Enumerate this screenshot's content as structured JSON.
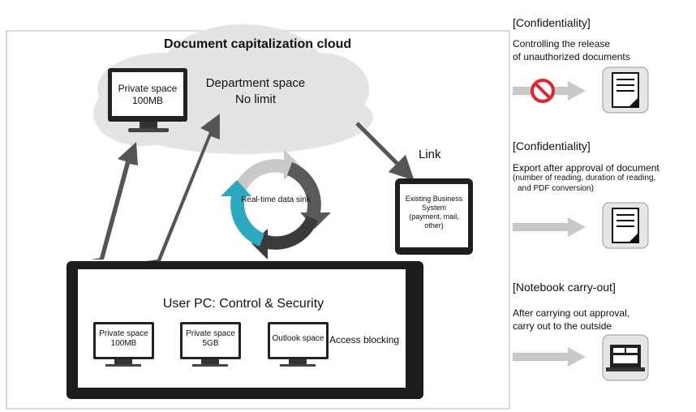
{
  "cloud": {
    "title": "Document capitalization cloud",
    "private_space": {
      "label": "Private space",
      "size": "100MB"
    },
    "department_space": {
      "label": "Department space",
      "limit": "No limit"
    }
  },
  "link_label": "Link",
  "sync_label": "Real-time data sink",
  "business_system": {
    "line1": "Existing Business",
    "line2": "System",
    "line3": "(payment, mail,",
    "line4": "other)"
  },
  "user_pc": {
    "title": "User PC: Control & Security",
    "spaces": [
      {
        "label": "Private space",
        "size": "100MB"
      },
      {
        "label": "Private space",
        "size": "5GB"
      },
      {
        "label": "Outlook space",
        "size": ""
      }
    ],
    "access_blocking": "Access blocking"
  },
  "right_panel": [
    {
      "header": "[Confidentiality]",
      "line1": "Controlling the release",
      "line2": "of unauthorized documents",
      "icon": "document-icon",
      "prohibited": true
    },
    {
      "header": "[Confidentiality]",
      "line1": "Export after approval of document",
      "line2": "(number of reading, duration of reading,",
      "line3": "and PDF conversion)",
      "icon": "document-icon"
    },
    {
      "header": "[Notebook carry-out]",
      "line1": "After carrying out approval,",
      "line2": "carry out to the outside",
      "icon": "laptop-icon"
    }
  ],
  "colors": {
    "cloud": "#e4e4e4",
    "arrow": "#555555",
    "teal": "#2aa9c0",
    "prohibit": "#e0262e",
    "gray_arrow": "#c8c8c8"
  }
}
